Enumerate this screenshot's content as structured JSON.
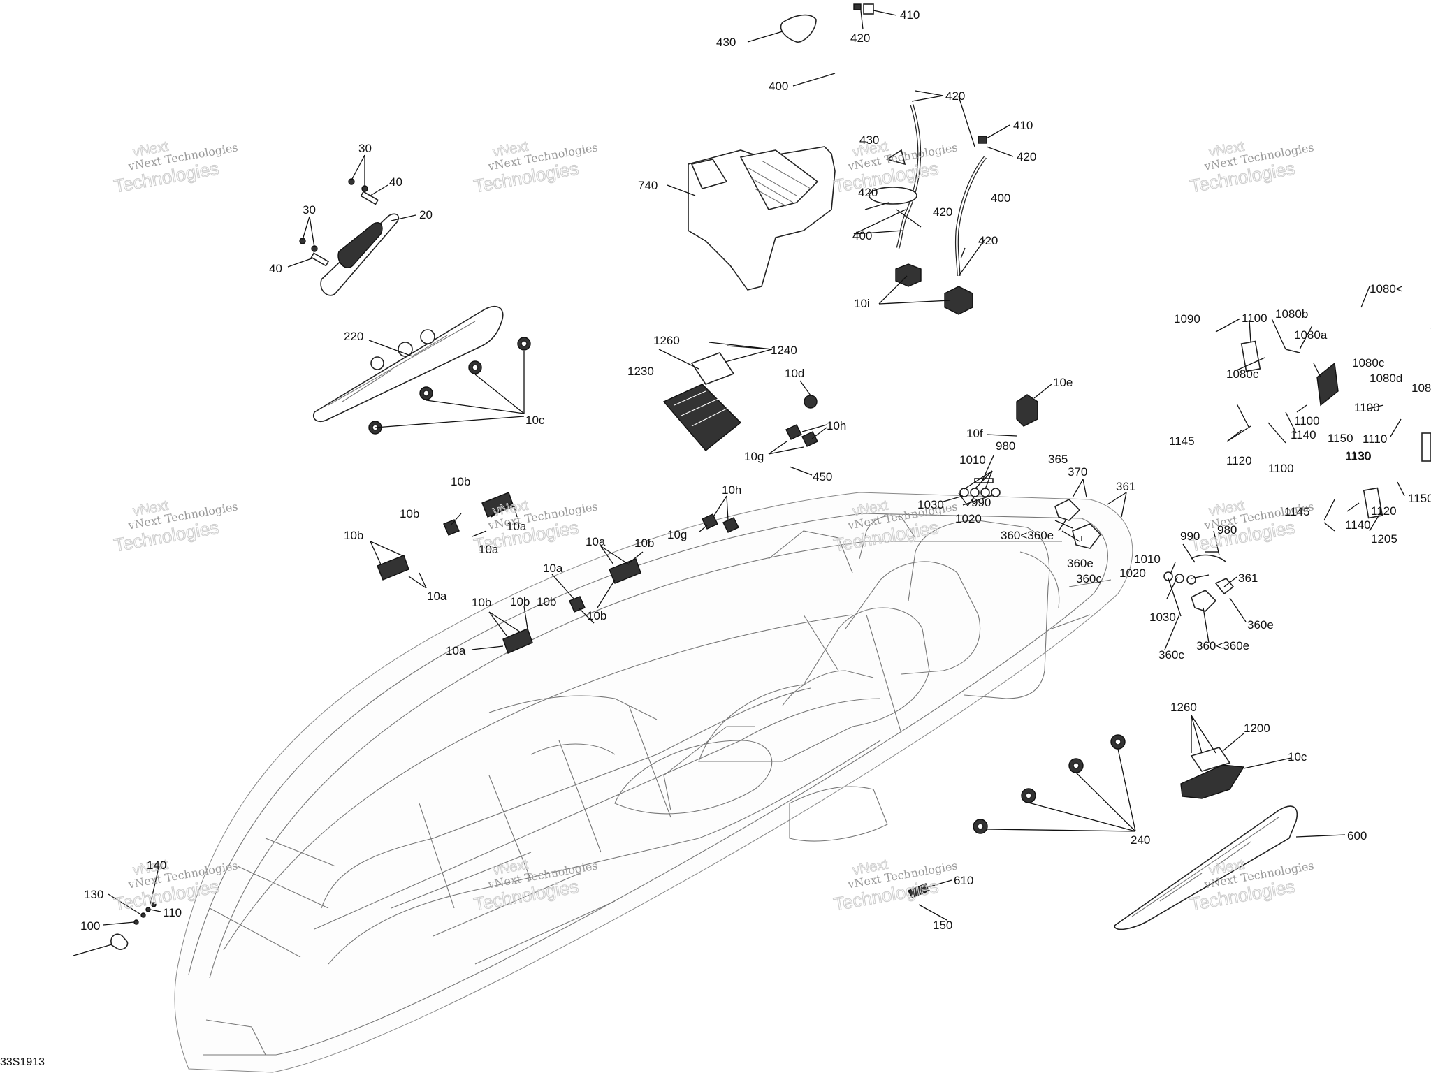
{
  "watermark": {
    "top": "vNext",
    "middle": "vNext Technologies",
    "bottom": "Technologies"
  },
  "drawing_code": "33S1913",
  "callouts": [
    "430",
    "420",
    "410",
    "400",
    "420",
    "410",
    "420",
    "400",
    "430",
    "420",
    "400",
    "420",
    "420",
    "10i",
    "740",
    "30",
    "40",
    "20",
    "30",
    "40",
    "220",
    "10c",
    "1260",
    "1240",
    "1230",
    "10d",
    "10h",
    "10g",
    "450",
    "10e",
    "10f",
    "980",
    "1010",
    "1030",
    "990",
    "1020",
    "370",
    "365",
    "361",
    "360<360e",
    "360e",
    "360c",
    "10b",
    "10b",
    "10a",
    "10a",
    "10b",
    "10a",
    "10b",
    "10a",
    "10a",
    "10b",
    "10b",
    "10b",
    "10a",
    "10b",
    "10h",
    "10g",
    "990",
    "980",
    "1010",
    "1020",
    "361",
    "1030",
    "360c",
    "360<360e",
    "360e",
    "1090",
    "1100",
    "1080b",
    "1080a",
    "1080<",
    "1080c",
    "1080c",
    "1080d",
    "108",
    "1100",
    "1110",
    "1100",
    "1130",
    "1140",
    "1150",
    "1145",
    "1120",
    "1100",
    "1130",
    "1150",
    "1145",
    "1140",
    "1120",
    "1205",
    "1260",
    "1200",
    "10c",
    "240",
    "600",
    "610",
    "150",
    "140",
    "130",
    "110",
    "100"
  ]
}
